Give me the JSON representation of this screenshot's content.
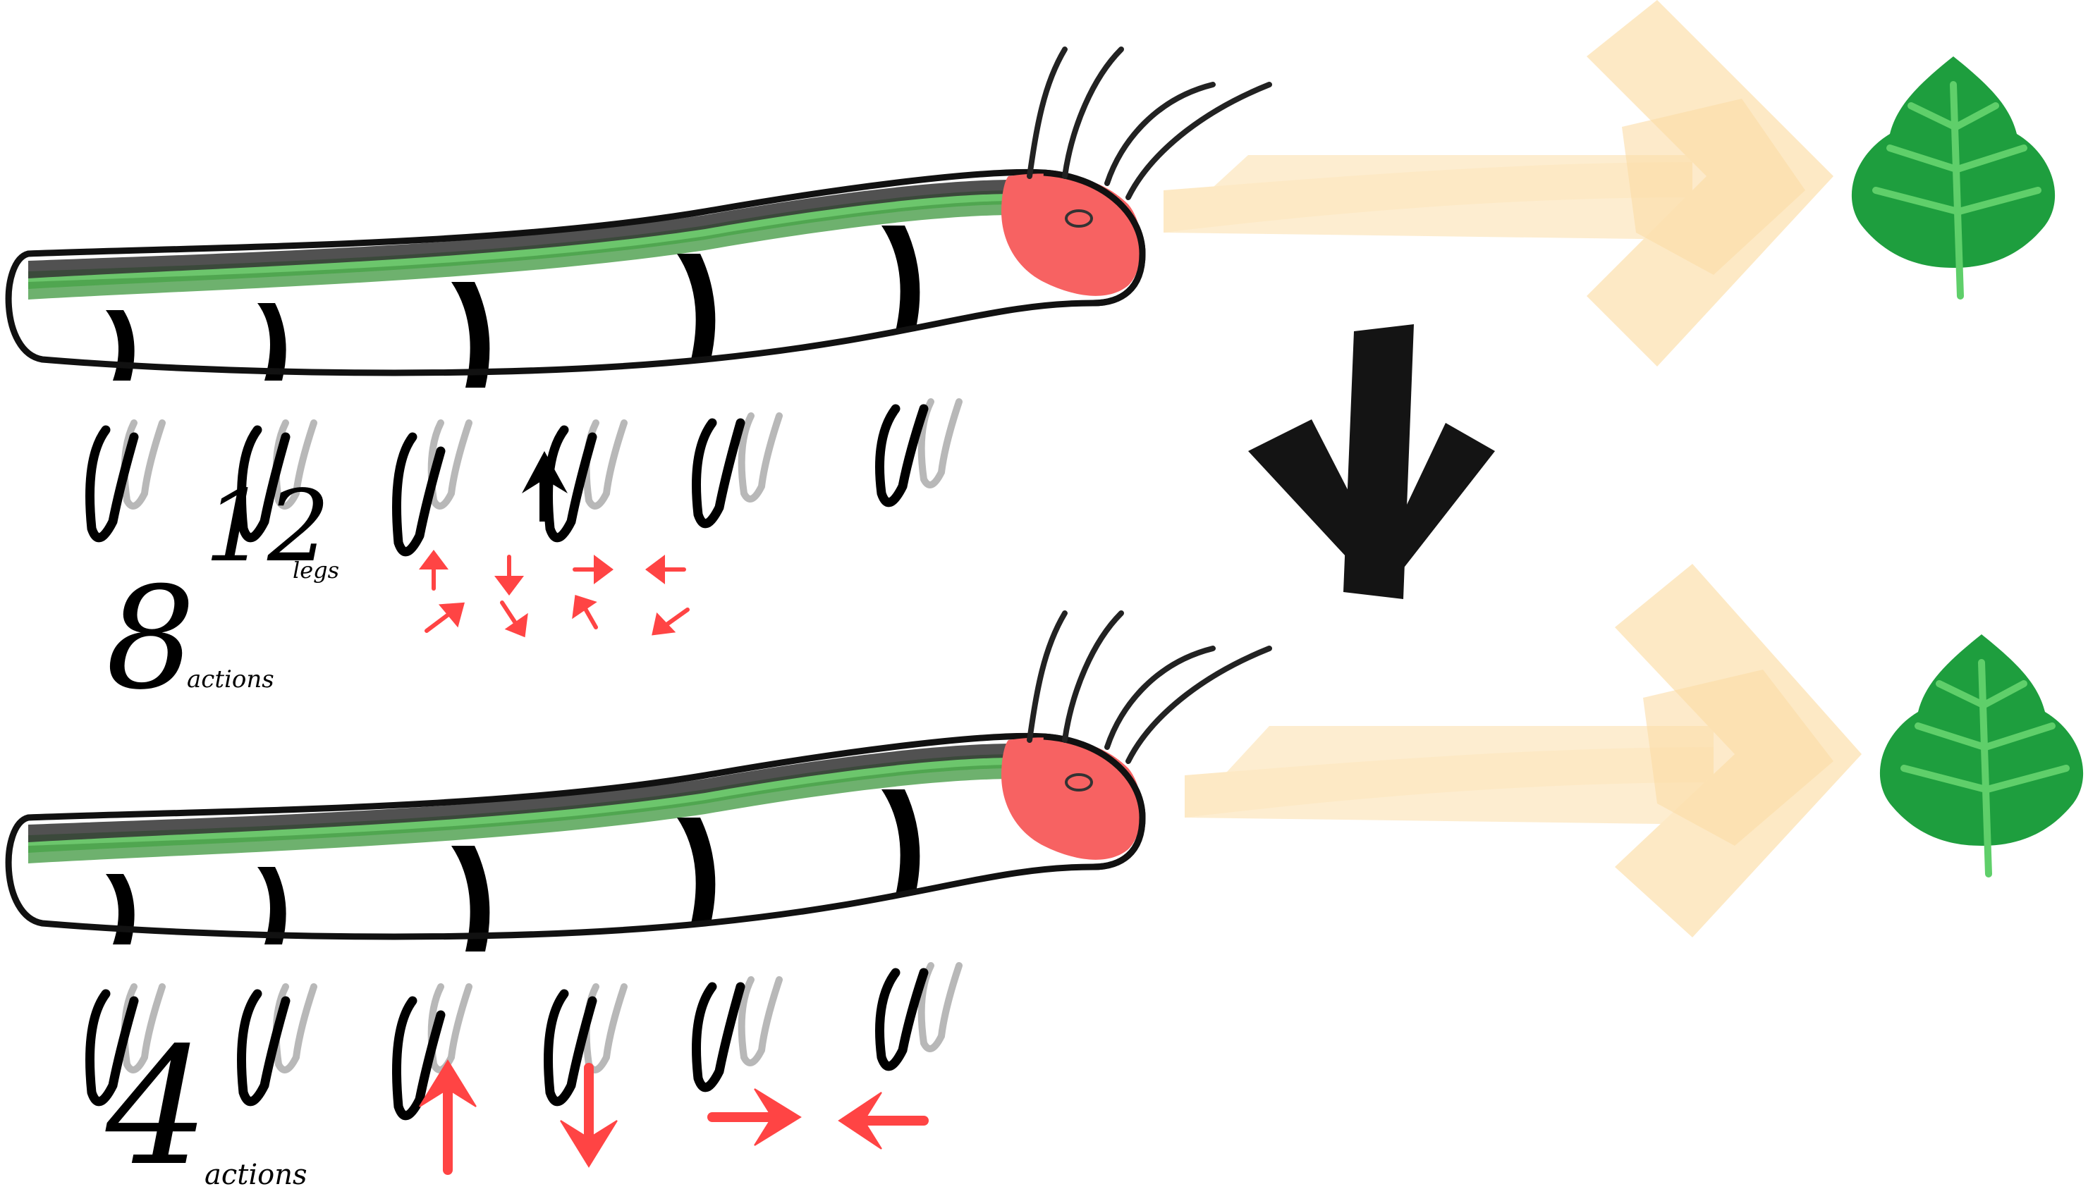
{
  "top": {
    "legs_count": "12",
    "legs_unit": "legs",
    "actions_count": "8",
    "actions_unit": "actions"
  },
  "bottom": {
    "actions_count": "4",
    "actions_unit": "actions"
  },
  "colors": {
    "body_outline": "#111111",
    "stripe_light": "#6cc66c",
    "stripe_mid": "#4a9e4a",
    "stripe_dark": "#333333",
    "head": "#f76262",
    "antenna": "#222222",
    "arrow_orange": "#fbd38a",
    "leaf": "#1e9e3e",
    "leaf_light": "#5fcf6a",
    "action_arrow": "#ff4444",
    "transition_arrow": "#000000"
  },
  "icons": {
    "caterpillar_top": "caterpillar-icon",
    "caterpillar_bottom": "caterpillar-icon",
    "leaf_top": "leaf-icon",
    "leaf_bottom": "leaf-icon",
    "transition": "down-arrow-icon",
    "leg_pointer": "up-arrow-icon"
  }
}
